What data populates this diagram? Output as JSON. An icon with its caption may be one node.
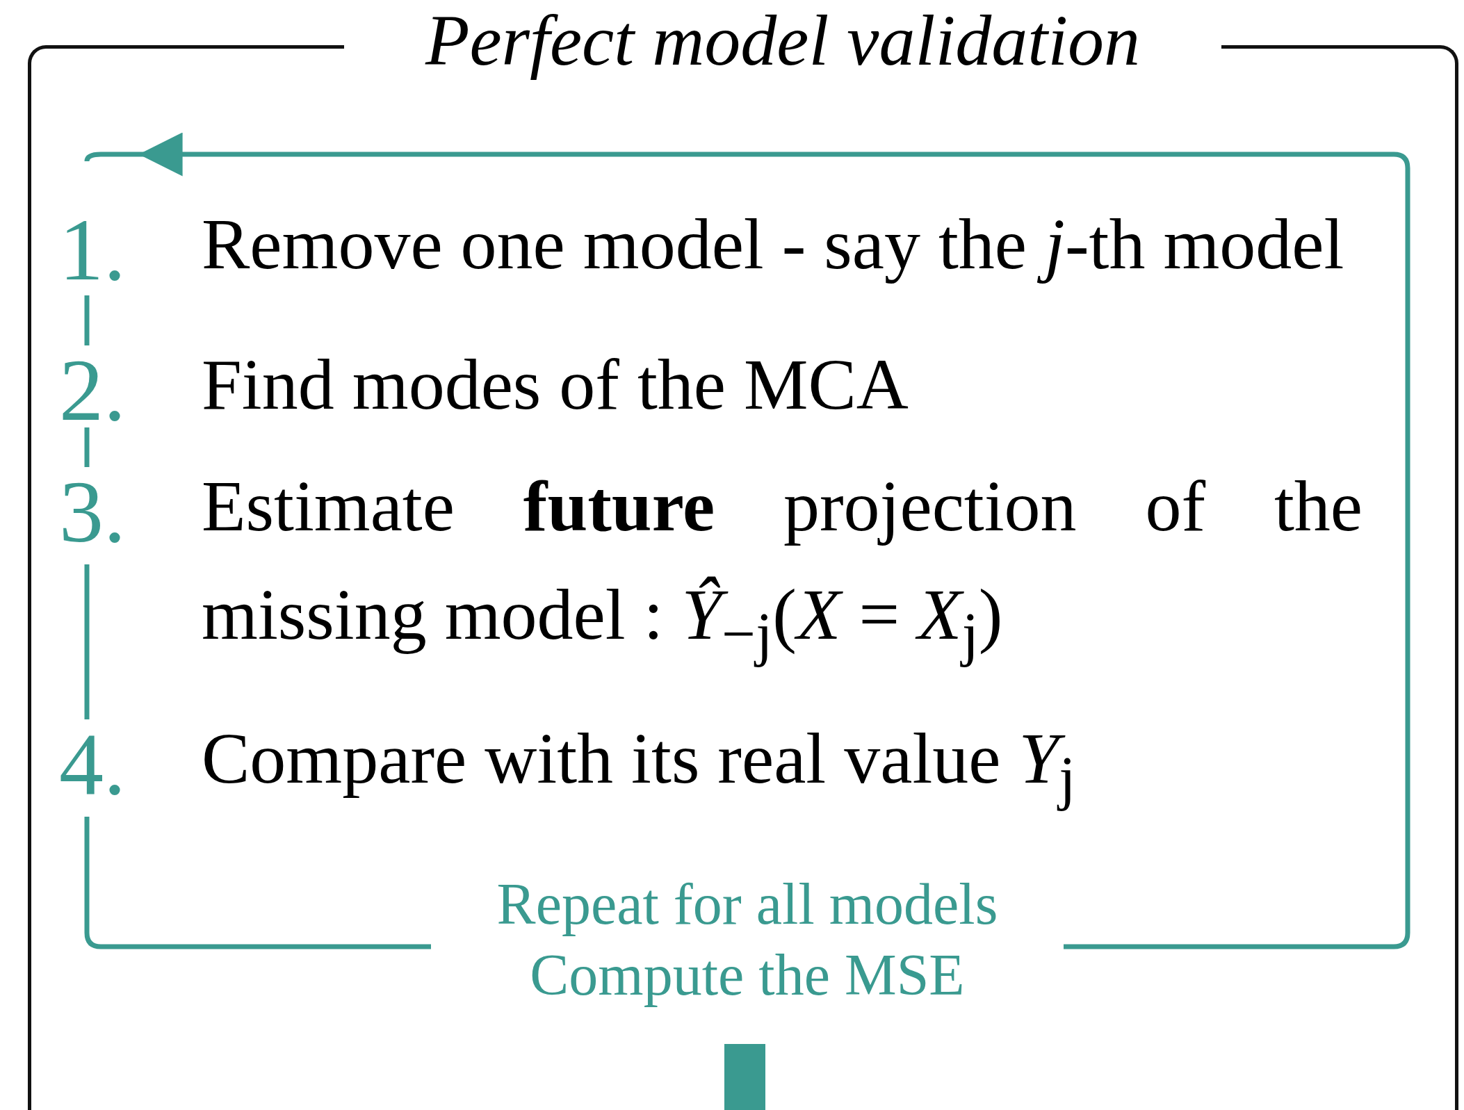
{
  "diagram": {
    "nodes": [
      {
        "text": [
          "Perfect model validation"
        ]
      },
      {
        "text": [
          "1.",
          "Remove one model - say the *j*-th model"
        ],
        "in": 0
      },
      {
        "text": [
          "2.",
          "Find modes of the MCA"
        ],
        "in": 0
      },
      {
        "text": [
          "3.",
          "Estimate **future** projection of the missing model : *Ŷ*$_{−j}$(*X* = *X*$_{j}$)"
        ],
        "in": 0
      },
      {
        "text": [
          "4.",
          "Compare with its real value *Y*$_{j}$"
        ],
        "in": 0
      },
      {
        "text": [
          "Repeat for all models Compute the MSE"
        ],
        "in": 0
      },
      {
        "text": [],
        "shape": "bar",
        "in": 0
      }
    ],
    "edges": [
      {
        "from": 1,
        "to": 2,
        "arrow": "none"
      },
      {
        "from": 2,
        "to": 3,
        "arrow": "none"
      },
      {
        "from": 3,
        "to": 4,
        "arrow": "none"
      },
      {
        "from": 4,
        "to": 5,
        "arrow": "none"
      },
      {
        "from": 5,
        "to": 1,
        "arrow": "to"
      }
    ]
  }
}
